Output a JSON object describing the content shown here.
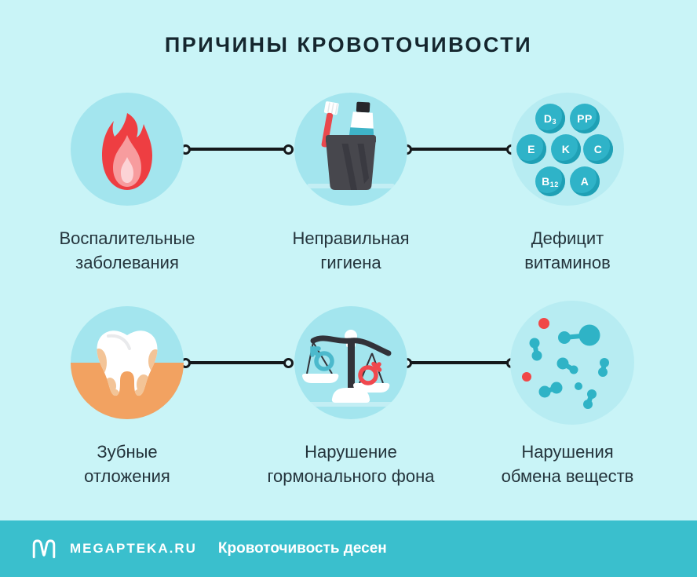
{
  "title": "ПРИЧИНЫ КРОВОТОЧИВОСТИ",
  "causes": [
    {
      "icon": "flame-icon",
      "line1": "Воспалительные",
      "line2": "заболевания"
    },
    {
      "icon": "toothbrush-cup-icon",
      "line1": "Неправильная",
      "line2": "гигиена"
    },
    {
      "icon": "vitamins-icon",
      "line1": "Дефицит",
      "line2": "витаминов"
    },
    {
      "icon": "tooth-deposits-icon",
      "line1": "Зубные",
      "line2": "отложения"
    },
    {
      "icon": "gender-scales-icon",
      "line1": "Нарушение",
      "line2": "гормонального фона"
    },
    {
      "icon": "bacteria-icon",
      "line1": "Нарушения",
      "line2": "обмена веществ"
    }
  ],
  "vitamins": [
    {
      "label": "D",
      "sub": "3"
    },
    {
      "label": "PP"
    },
    {
      "label": "E"
    },
    {
      "label": "K"
    },
    {
      "label": "C"
    },
    {
      "label": "B",
      "sub": "12"
    },
    {
      "label": "A"
    }
  ],
  "footer": {
    "logo_icon": "megapteka-logo-icon",
    "brand": "MEGAPTEKA.RU",
    "subtitle": "Кровоточивость десен"
  },
  "colors": {
    "background": "#c9f4f7",
    "icon_circle": "#a3e5ee",
    "icon_circle_light": "#b7ecf2",
    "footer_bar": "#3abfcd",
    "connector": "#14181b",
    "text_dark": "#24343c",
    "flame_red": "#ee3e42",
    "vitamin_teal": "#2fb3c8",
    "gum_orange": "#f2a261",
    "plaque_beige": "#f3c497",
    "male_teal": "#4cb9cc",
    "female_red": "#f0484e",
    "bacteria_teal": "#2fb3c6",
    "dot_red": "#f04747"
  }
}
